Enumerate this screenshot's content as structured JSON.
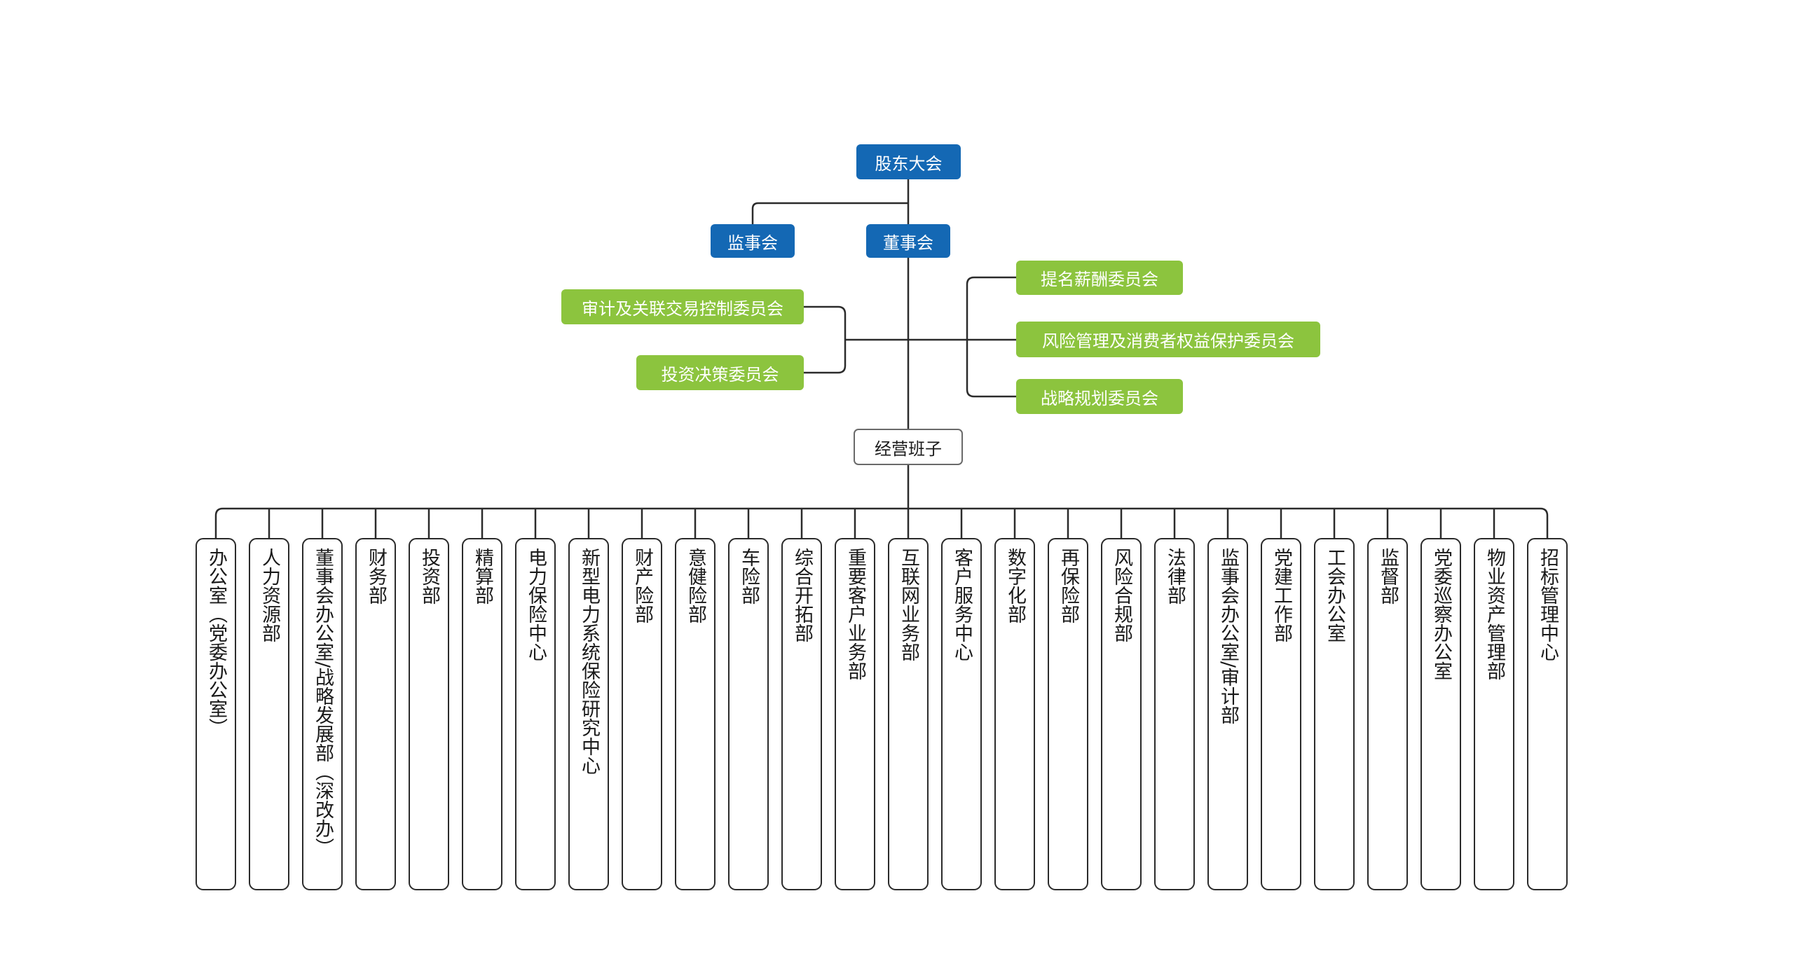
{
  "colors": {
    "primary": "#1468b4",
    "committee": "#8cc43e",
    "line": "#2b2b2b"
  },
  "top": {
    "shareholders": "股东大会",
    "supervisors": "监事会",
    "board": "董事会",
    "management": "经营班子"
  },
  "committees": {
    "left": [
      "审计及关联交易控制委员会",
      "投资决策委员会"
    ],
    "right": [
      "提名薪酬委员会",
      "风险管理及消费者权益保护委员会",
      "战略规划委员会"
    ]
  },
  "departments": [
    "办公室（党委办公室）",
    "人力资源部",
    "董事会办公室/战略发展部（深改办）",
    "财务部",
    "投资部",
    "精算部",
    "电力保险中心",
    "新型电力系统保险研究中心",
    "财产险部",
    "意健险部",
    "车险部",
    "综合开拓部",
    "重要客户业务部",
    "互联网业务部",
    "客户服务中心",
    "数字化部",
    "再保险部",
    "风险合规部",
    "法律部",
    "监事会办公室/审计部",
    "党建工作部",
    "工会办公室",
    "监督部",
    "党委巡察办公室",
    "物业资产管理部",
    "招标管理中心"
  ]
}
